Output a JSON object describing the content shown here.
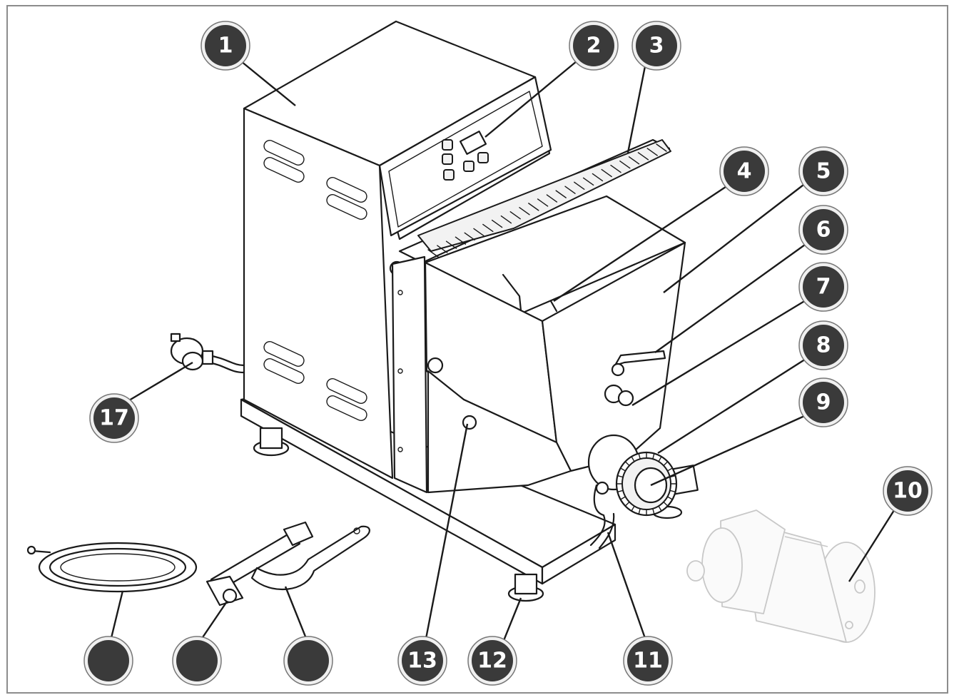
{
  "callouts": [
    {
      "id": "c1",
      "label": "1"
    },
    {
      "id": "c2",
      "label": "2"
    },
    {
      "id": "c3",
      "label": "3"
    },
    {
      "id": "c4",
      "label": "4"
    },
    {
      "id": "c5",
      "label": "5"
    },
    {
      "id": "c6",
      "label": "6"
    },
    {
      "id": "c7",
      "label": "7"
    },
    {
      "id": "c8",
      "label": "8"
    },
    {
      "id": "c9",
      "label": "9"
    },
    {
      "id": "c10",
      "label": "10"
    },
    {
      "id": "c11",
      "label": "11"
    },
    {
      "id": "c12",
      "label": "12"
    },
    {
      "id": "c13",
      "label": "13"
    },
    {
      "id": "c17",
      "label": "17"
    },
    {
      "id": "c14",
      "label": ""
    },
    {
      "id": "c15",
      "label": ""
    },
    {
      "id": "c16",
      "label": ""
    }
  ]
}
